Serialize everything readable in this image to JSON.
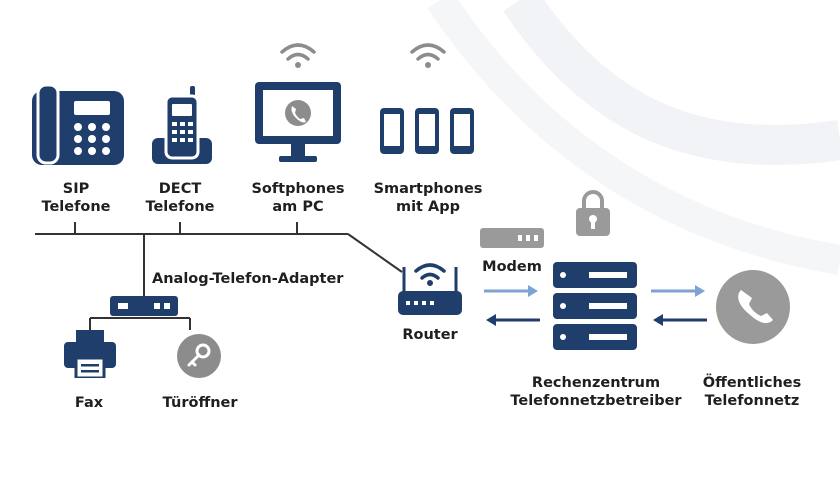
{
  "devices": {
    "sip": [
      "SIP",
      "Telefone"
    ],
    "dect": [
      "DECT",
      "Telefone"
    ],
    "softphones": [
      "Softphones",
      "am PC"
    ],
    "smartphones": [
      "Smartphones",
      "mit App"
    ]
  },
  "adapter_label": "Analog-Telefon-Adapter",
  "fax_label": "Fax",
  "door_label": "Türöffner",
  "router_label": "Router",
  "modem_label": "Modem",
  "datacenter": [
    "Rechenzentrum",
    "Telefonnetzbetreiber"
  ],
  "public_network": [
    "Öffentliches",
    "Telefonnetz"
  ],
  "colors": {
    "navy": "#1f3e6b",
    "grey": "#9a9a9a",
    "arrow_blue": "#7ea3d2",
    "line": "#333333"
  }
}
